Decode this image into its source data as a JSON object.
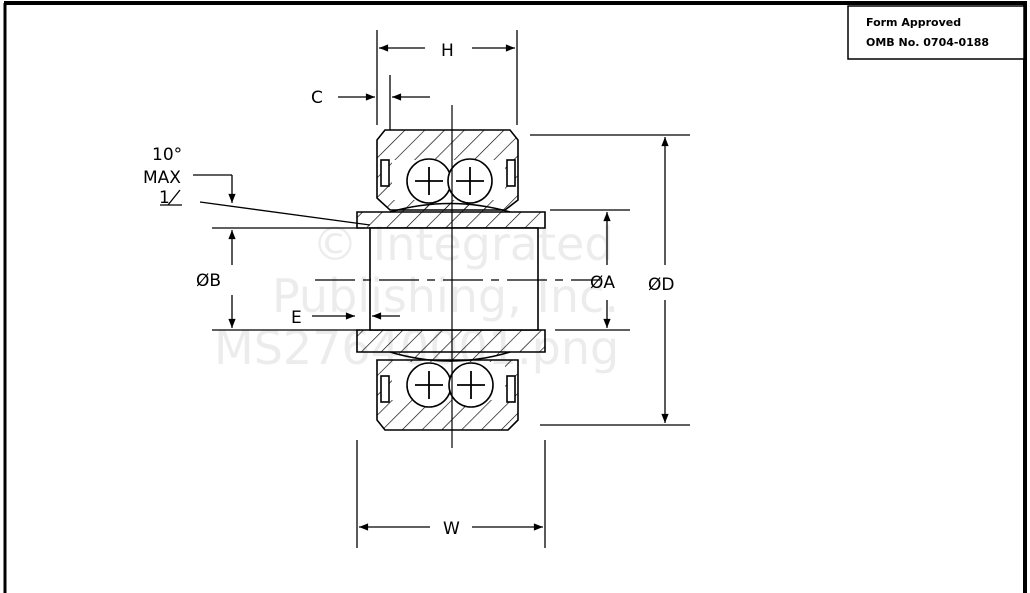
{
  "form_box": {
    "line1": "Form Approved",
    "line2": "OMB No. 0704-0188"
  },
  "dimensions": {
    "h": "H",
    "c": "C",
    "angle": "10°",
    "max": "MAX",
    "note": "1",
    "b": "ØB",
    "e": "E",
    "a": "ØA",
    "d": "ØD",
    "w": "W"
  },
  "watermark": {
    "line1": "© Integrated",
    "line2": "Publishing, Inc.",
    "line3": "MS27640001.png"
  },
  "colors": {
    "ink": "#000000",
    "paper": "#ffffff"
  }
}
